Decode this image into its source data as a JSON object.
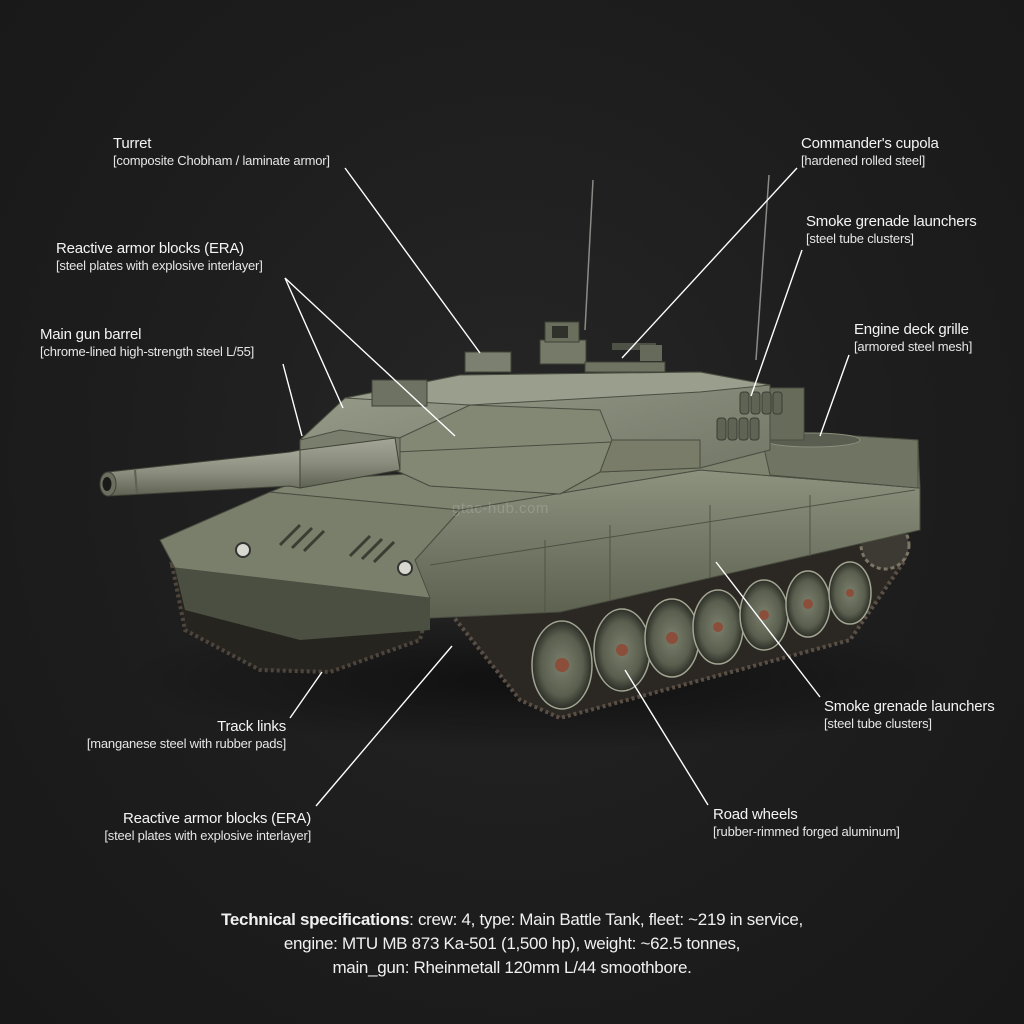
{
  "diagram": {
    "subject": "Main Battle Tank",
    "watermark": "gtac-hub.com",
    "colors": {
      "background": "#1e1e1e",
      "hull": "#6d7260",
      "hull_light": "#8a8f7c",
      "hull_dark": "#3e4236",
      "track": "#2a2723",
      "label_text": "#f4f4f4",
      "leader_line": "#ffffff"
    }
  },
  "callouts": [
    {
      "id": "turret",
      "name": "Turret",
      "material": "[composite Chobham / laminate armor]"
    },
    {
      "id": "era-upper",
      "name": "Reactive armor blocks (ERA)",
      "material": "[steel plates with explosive interlayer]"
    },
    {
      "id": "main-gun",
      "name": "Main gun barrel",
      "material": "[chrome-lined high-strength steel L/55]"
    },
    {
      "id": "cupola",
      "name": "Commander's cupola",
      "material": "[hardened rolled steel]"
    },
    {
      "id": "smoke-upper",
      "name": "Smoke grenade launchers",
      "material": "[steel tube clusters]"
    },
    {
      "id": "engine-grille",
      "name": "Engine deck grille",
      "material": "[armored steel mesh]"
    },
    {
      "id": "smoke-lower",
      "name": "Smoke grenade launchers",
      "material": "[steel tube clusters]"
    },
    {
      "id": "track-links",
      "name": "Track links",
      "material": "[manganese steel with rubber pads]"
    },
    {
      "id": "era-lower",
      "name": "Reactive armor blocks (ERA)",
      "material": "[steel plates with explosive interlayer]"
    },
    {
      "id": "road-wheels",
      "name": "Road wheels",
      "material": "[rubber-rimmed forged aluminum]"
    }
  ],
  "specs": {
    "heading": "Technical specifications",
    "line1": ": crew: 4, type: Main Battle Tank, fleet: ~219 in service,",
    "line2": "engine: MTU MB 873 Ka-501 (1,500 hp), weight: ~62.5 tonnes,",
    "line3": "main_gun: Rheinmetall 120mm L/44 smoothbore."
  }
}
